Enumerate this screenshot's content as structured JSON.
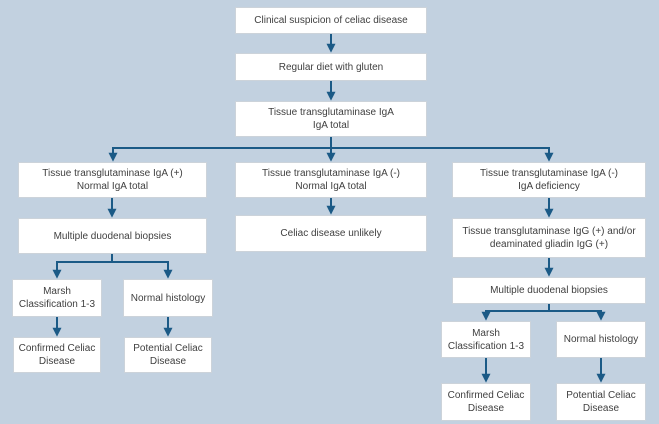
{
  "colors": {
    "background": "#c2d1e0",
    "node_background": "#ffffff",
    "node_border": "#ccd3da",
    "connector": "#1b5a86",
    "text": "#3f3f3f"
  },
  "nodes": {
    "clinical_suspicion": "Clinical suspicion of celiac disease",
    "regular_diet": "Regular diet with gluten",
    "ttg_iga_total": "Tissue transglutaminase IgA\nIgA total",
    "ttg_iga_positive": "Tissue transglutaminase IgA (+)\nNormal IgA total",
    "ttg_iga_negative_normal": "Tissue transglutaminase IgA (-)\nNormal IgA total",
    "ttg_iga_negative_deficiency": "Tissue transglutaminase IgA (-)\nIgA deficiency",
    "biopsies_left": "Multiple duodenal biopsies",
    "celiac_unlikely": "Celiac disease unlikely",
    "ttg_igg": "Tissue transglutaminase IgG (+) and/or\ndeaminated gliadin IgG (+)",
    "marsh_left": "Marsh\nClassification 1-3",
    "normal_histology_left": "Normal histology",
    "confirmed_left": "Confirmed Celiac\nDisease",
    "potential_left": "Potential Celiac\nDisease",
    "biopsies_right": "Multiple duodenal biopsies",
    "marsh_right": "Marsh\nClassification 1-3",
    "normal_histology_right": "Normal histology",
    "confirmed_right": "Confirmed Celiac\nDisease",
    "potential_right": "Potential Celiac\nDisease"
  }
}
